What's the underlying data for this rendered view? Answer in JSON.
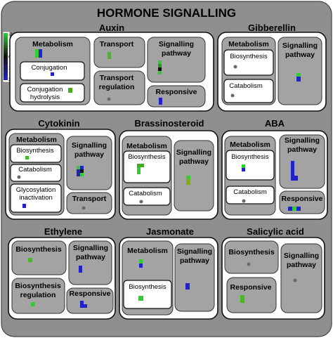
{
  "title": "HORMONE SIGNALLING",
  "legend": {
    "ticks": [
      "-2",
      "-1",
      "0",
      "1",
      "2"
    ],
    "colors": {
      "low": "#33cc33",
      "mid": "#111111",
      "high": "#2222cc"
    }
  },
  "groups": {
    "auxin": {
      "label": "Auxin",
      "metabolism": "Metabolism",
      "conjugation": "Conjugation",
      "conjugation_hydrolysis": [
        "Conjugation",
        "hydrolysis"
      ],
      "transport": "Transport",
      "transport_regulation": [
        "Transport",
        "regulation"
      ],
      "signalling_pathway": [
        "Signalling",
        "pathway"
      ],
      "responsive": "Responsive"
    },
    "gibberellin": {
      "label": "Gibberellin",
      "metabolism": "Metabolism",
      "biosynthesis": "Biosynthesis",
      "catabolism": "Catabolism",
      "signalling_pathway": [
        "Signalling",
        "pathway"
      ]
    },
    "cytokinin": {
      "label": "Cytokinin",
      "metabolism": "Metabolism",
      "biosynthesis": "Biosynthesis",
      "catabolism": "Catabolism",
      "glycosylation": [
        "Glycosylation",
        "inactivation"
      ],
      "signalling_pathway": [
        "Signalling",
        "pathway"
      ],
      "transport": "Transport"
    },
    "brassinosteroid": {
      "label": "Brassinosteroid",
      "metabolism": "Metabolism",
      "biosynthesis": "Biosynthesis",
      "catabolism": "Catabolism",
      "signalling_pathway": [
        "Signalling",
        "pathway"
      ]
    },
    "aba": {
      "label": "ABA",
      "metabolism": "Metabolism",
      "biosynthesis": "Biosynthesis",
      "catabolism": "Catabolism",
      "signalling_pathway": [
        "Signalling",
        "pathway"
      ],
      "responsive": "Responsive"
    },
    "ethylene": {
      "label": "Ethylene",
      "biosynthesis": "Biosynthesis",
      "biosynthesis_regulation": [
        "Biosynthesis",
        "regulation"
      ],
      "signalling_pathway": [
        "Signalling",
        "pathway"
      ],
      "responsive": "Responsive"
    },
    "jasmonate": {
      "label": "Jasmonate",
      "metabolism": "Metabolism",
      "biosynthesis": "Biosynthesis",
      "signalling_pathway": [
        "Signalling",
        "pathway"
      ]
    },
    "salicylic": {
      "label": "Salicylic acid",
      "biosynthesis": "Biosynthesis",
      "responsive": "Responsive",
      "signalling_pathway": [
        "Signalling",
        "pathway"
      ]
    }
  }
}
